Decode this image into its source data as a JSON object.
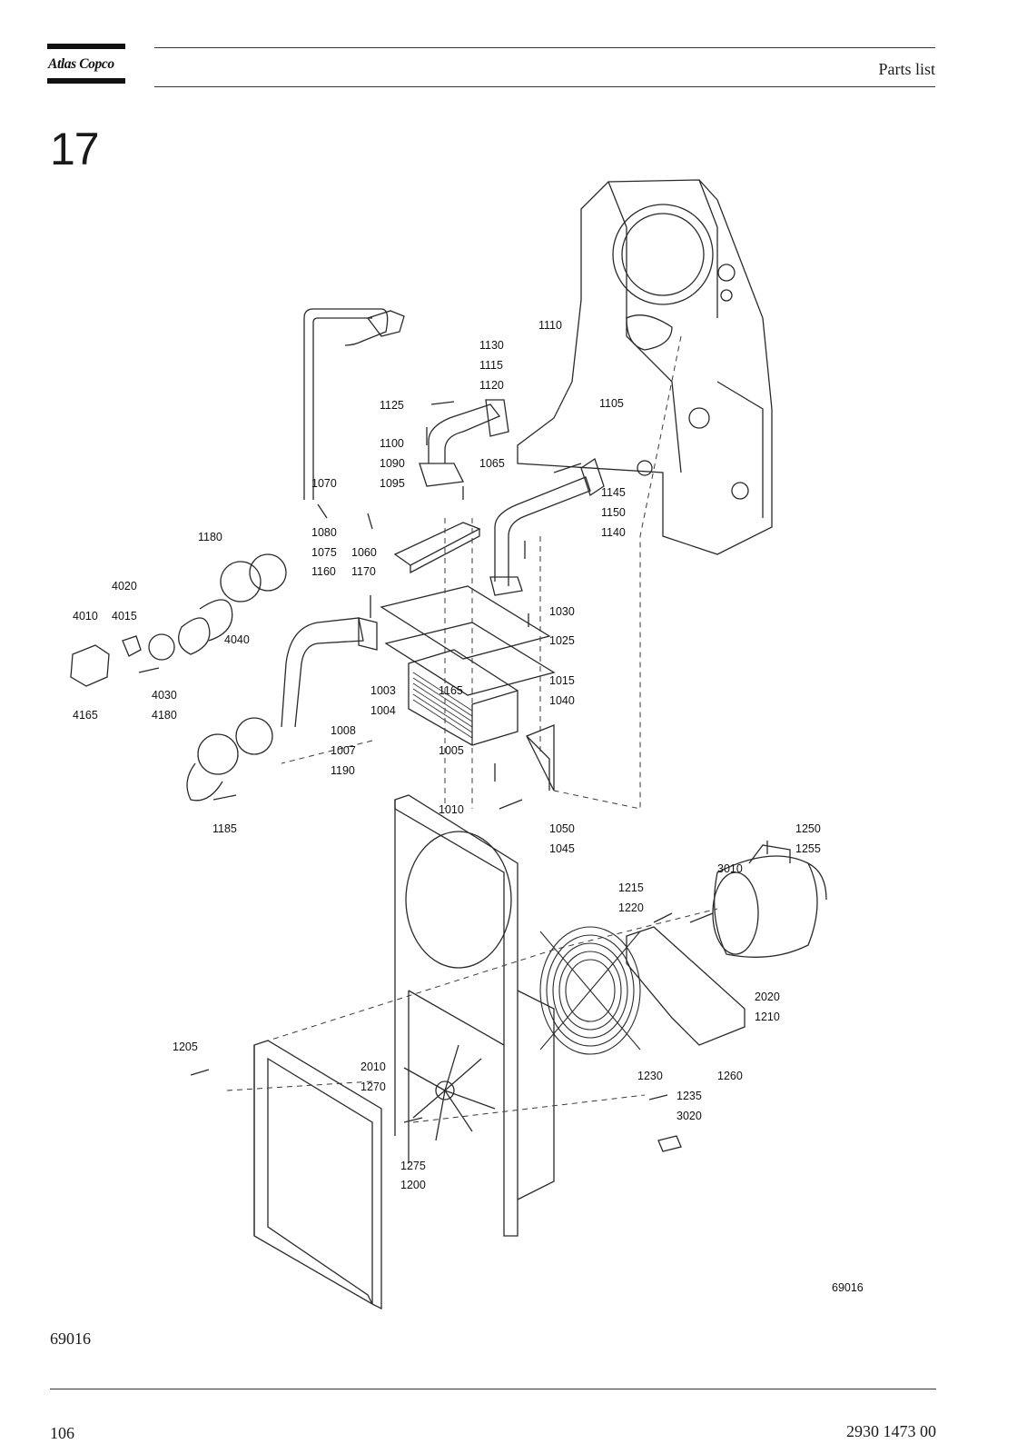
{
  "header": {
    "brand": "Atlas Copco",
    "title": "Parts list"
  },
  "section": {
    "number": "17"
  },
  "diagram": {
    "figure_id": "69016",
    "parts": [
      "1110",
      "1130",
      "1115",
      "1120",
      "1105",
      "1125",
      "1100",
      "1090",
      "1095",
      "1065",
      "1070",
      "1080",
      "1075",
      "1060",
      "1145",
      "1150",
      "1140",
      "1180",
      "4020",
      "4010",
      "4015",
      "4040",
      "1160",
      "1170",
      "1030",
      "1025",
      "1015",
      "4030",
      "1003",
      "1165",
      "1040",
      "4165",
      "4180",
      "1004",
      "1008",
      "1007",
      "1190",
      "1005",
      "1185",
      "1010",
      "1050",
      "1045",
      "1250",
      "1255",
      "3010",
      "1215",
      "1220",
      "2020",
      "1210",
      "1205",
      "2010",
      "1270",
      "1230",
      "1260",
      "1235",
      "3020",
      "1275",
      "1200"
    ]
  },
  "footer": {
    "figure_id": "69016",
    "page_number": "106",
    "doc_number": "2930 1473 00"
  }
}
